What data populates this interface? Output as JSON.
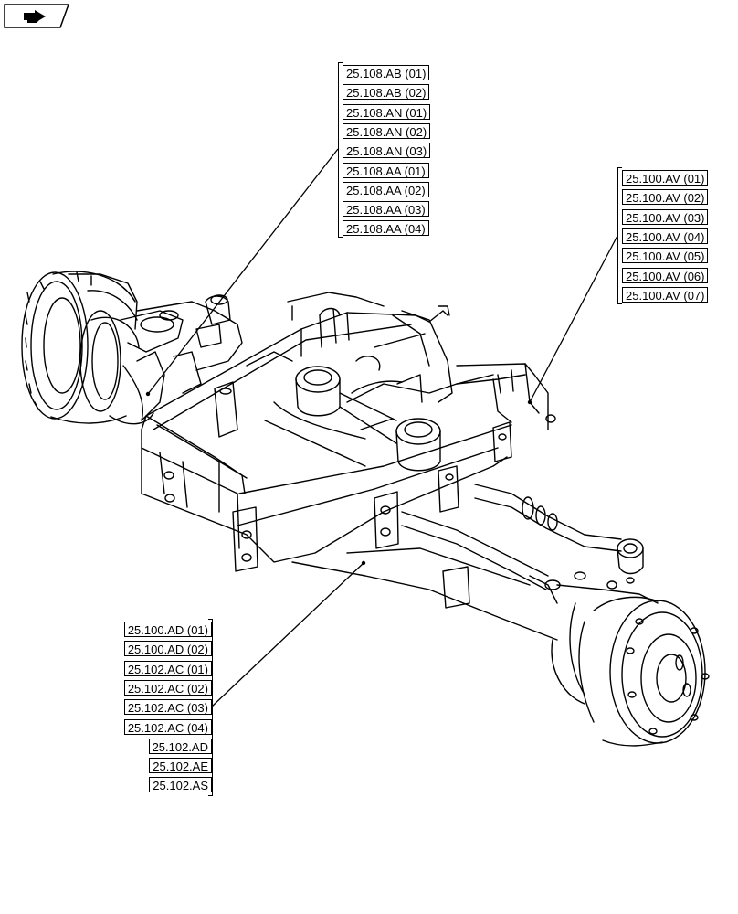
{
  "nav": {
    "icon": "next-page-icon"
  },
  "groups": {
    "upper_left": {
      "labels": [
        "25.108.AB (01)",
        "25.108.AB (02)",
        "25.108.AN (01)",
        "25.108.AN (02)",
        "25.108.AN (03)",
        "25.108.AA (01)",
        "25.108.AA (02)",
        "25.108.AA (03)",
        "25.108.AA (04)"
      ]
    },
    "upper_right": {
      "labels": [
        "25.100.AV (01)",
        "25.100.AV (02)",
        "25.100.AV (03)",
        "25.100.AV (04)",
        "25.100.AV (05)",
        "25.100.AV (06)",
        "25.100.AV (07)"
      ]
    },
    "lower_left": {
      "labels": [
        "25.100.AD (01)",
        "25.100.AD (02)",
        "25.102.AC (01)",
        "25.102.AC (02)",
        "25.102.AC (03)",
        "25.102.AC (04)",
        "25.102.AD",
        "25.102.AE",
        "25.102.AS"
      ]
    }
  }
}
